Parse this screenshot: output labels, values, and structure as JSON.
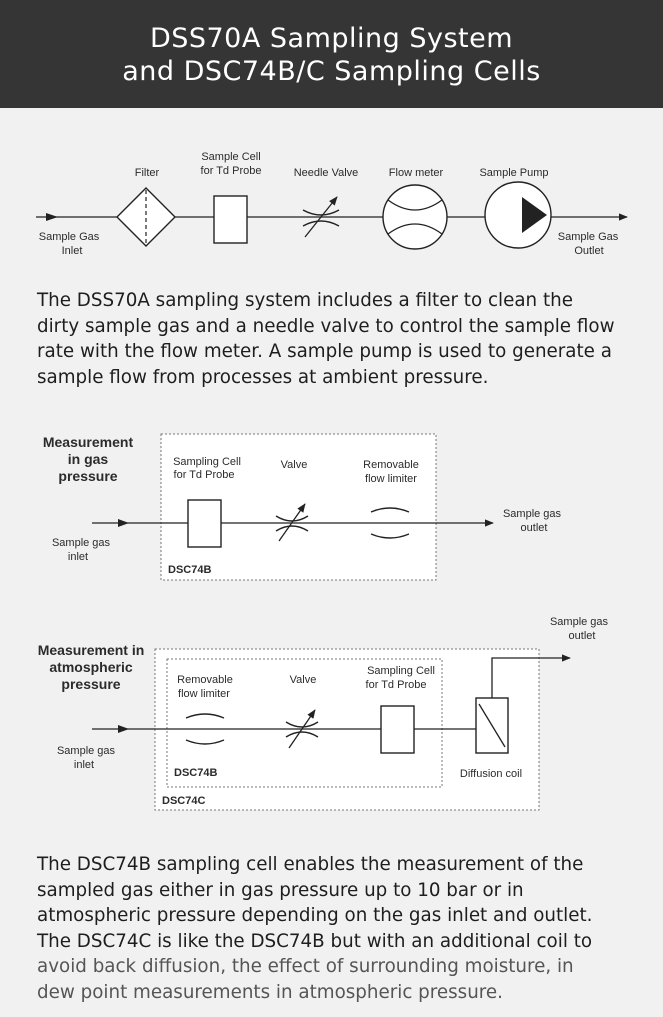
{
  "header": {
    "title_line1": "DSS70A Sampling System",
    "title_line2": "and DSC74B/C Sampling Cells"
  },
  "diagram1": {
    "inlet": [
      "Sample Gas",
      "Inlet"
    ],
    "outlet": [
      "Sample Gas",
      "Outlet"
    ],
    "filter": "Filter",
    "cell": [
      "Sample Cell",
      "for Td Probe"
    ],
    "needle_valve": "Needle Valve",
    "flow_meter": "Flow meter",
    "pump": "Sample Pump"
  },
  "paragraph1": [
    "The DSS70A sampling system includes a filter to clean the",
    "dirty sample gas and a needle valve to control the sample flow",
    "rate with the flow meter. A sample pump is used to generate a",
    "sample flow from processes at ambient pressure."
  ],
  "diagram2": {
    "heading": [
      "Measurement",
      "in gas",
      "pressure"
    ],
    "cell": [
      "Sampling Cell",
      "for Td Probe"
    ],
    "valve": "Valve",
    "limiter": [
      "Removable",
      "flow limiter"
    ],
    "outlet": [
      "Sample gas",
      "outlet"
    ],
    "inlet": [
      "Sample gas",
      "inlet"
    ],
    "box_label": "DSC74B"
  },
  "diagram3": {
    "heading": [
      "Measurement in",
      "atmospheric",
      "pressure"
    ],
    "limiter": [
      "Removable",
      "flow limiter"
    ],
    "valve": "Valve",
    "cell": [
      "Sampling Cell",
      "for Td Probe"
    ],
    "outlet": [
      "Sample gas",
      "outlet"
    ],
    "inlet": [
      "Sample gas",
      "inlet"
    ],
    "inner_box_label": "DSC74B",
    "outer_box_label": "DSC74C",
    "coil": "Diffusion coil"
  },
  "paragraph2": [
    "The DSC74B sampling cell enables the measurement of the",
    "sampled gas either in gas pressure up to 10 bar or in",
    "atmospheric pressure depending on the gas inlet and outlet.",
    "The DSC74C is like the DSC74B but with an additional coil to",
    "avoid back diffusion, the effect of surrounding moisture, in",
    "dew point measurements in atmospheric pressure."
  ]
}
